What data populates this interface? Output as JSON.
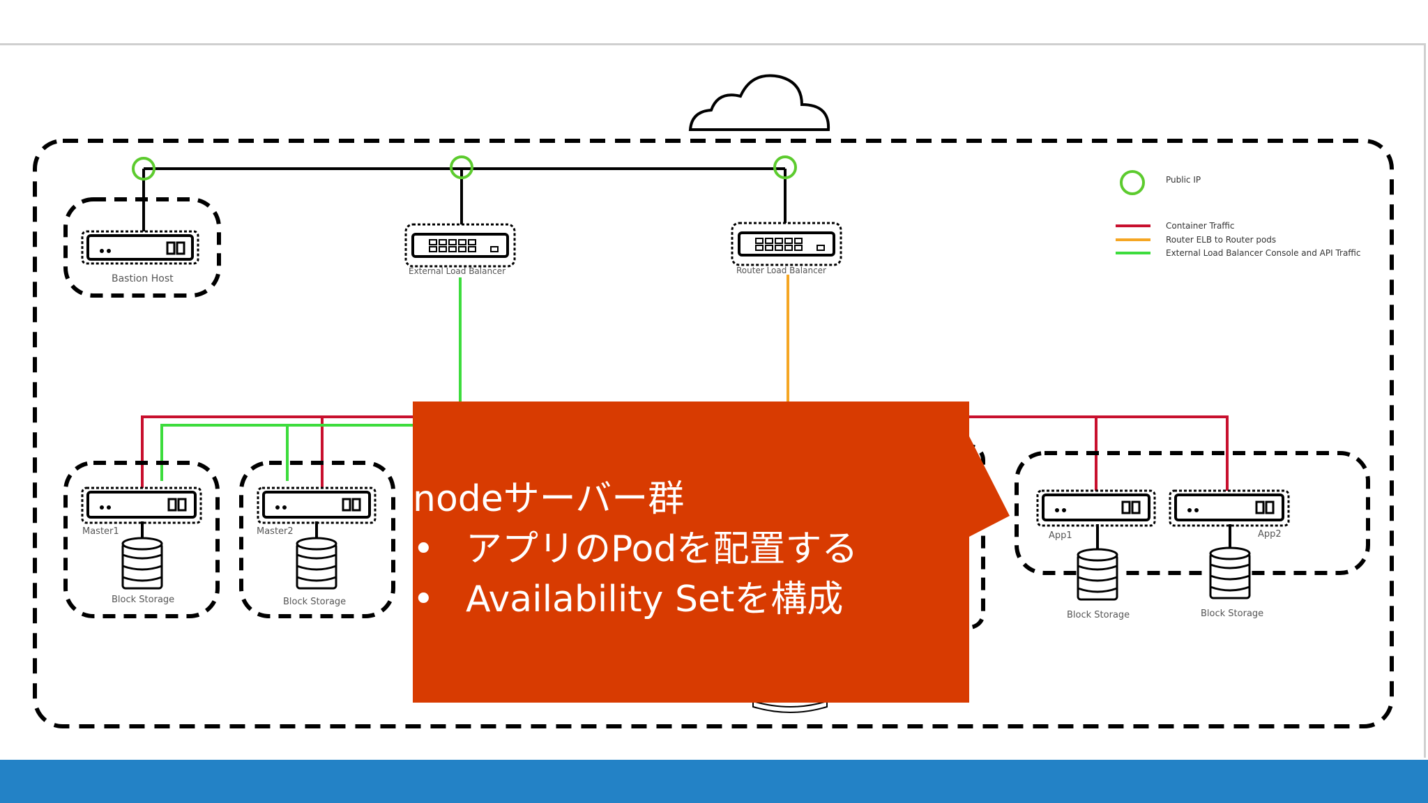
{
  "colors": {
    "callout": "#D83B01",
    "bottom_bar": "#2382C6",
    "container_traffic": "#C8102E",
    "router_traffic": "#F5A623",
    "external_lb_traffic": "#3DDC3D",
    "public_ip": "#5CCB2E"
  },
  "diagram": {
    "cloud_icon": "cloud-icon",
    "nodes": {
      "bastion": "Bastion Host",
      "external_lb": "External Load Balancer",
      "router_lb": "Router Load Balancer",
      "master1": "Master1",
      "master2": "Master2",
      "app1": "App1",
      "app2": "App2"
    },
    "storage_label": "Block Storage",
    "legend": {
      "public_ip": "Public IP",
      "container_traffic": "Container Traffic",
      "router_traffic": "Router ELB to Router pods",
      "external_traffic": "External Load Balancer Console and API Traffic"
    }
  },
  "callout": {
    "heading": "nodeサーバー群",
    "bullet_symbol": "•",
    "bullets": [
      "アプリのPodを配置する",
      "Availability Setを構成"
    ]
  }
}
